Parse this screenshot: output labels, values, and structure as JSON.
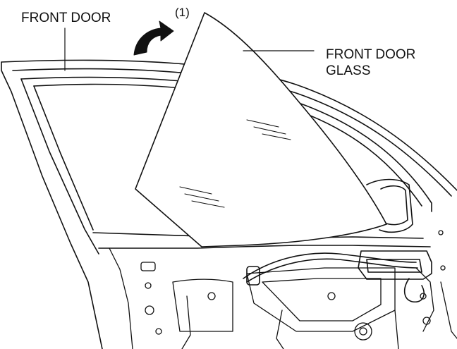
{
  "callouts": {
    "front_door": "FRONT DOOR",
    "glass_line1": "FRONT DOOR",
    "glass_line2": "GLASS",
    "step_marker": "(1)"
  },
  "colors": {
    "ink": "#111111",
    "paper": "#ffffff"
  }
}
